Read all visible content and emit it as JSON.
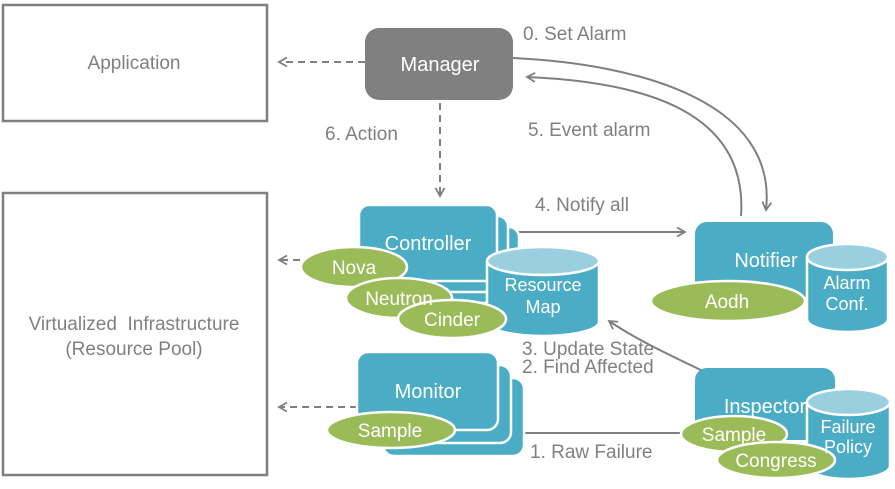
{
  "title": "Fault management architecture diagram",
  "colors": {
    "node_blue": "#4BACC6",
    "cylinder_top": "#99CFDE",
    "component_green": "#9BBB59",
    "manager_gray": "#808080",
    "line_gray": "#7F7F7F",
    "label_gray": "#808080",
    "label_white": "#FFFFFF"
  },
  "nodes": {
    "application": {
      "label": "Application"
    },
    "virtualized_infrastructure": {
      "line1": "Virtualized  Infrastructure",
      "line2": "(Resource Pool)"
    },
    "manager": {
      "label": "Manager"
    },
    "controller": {
      "label": "Controller"
    },
    "monitor": {
      "label": "Monitor"
    },
    "notifier": {
      "label": "Notifier"
    },
    "inspector": {
      "label": "Inspector"
    }
  },
  "datastores": {
    "resource_map": {
      "line1": "Resource",
      "line2": "Map"
    },
    "alarm_conf": {
      "line1": "Alarm",
      "line2": "Conf."
    },
    "failure_policy": {
      "line1": "Failure",
      "line2": "Policy"
    }
  },
  "components": {
    "nova": "Nova",
    "neutron": "Neutron",
    "cinder": "Cinder",
    "monitor_sample": "Sample",
    "aodh": "Aodh",
    "inspector_sample": "Sample",
    "congress": "Congress"
  },
  "flows": {
    "set_alarm": "0. Set Alarm",
    "raw_failure": "1. Raw Failure",
    "find_affected": "2. Find Affected",
    "update_state": "3. Update State",
    "notify_all": "4. Notify all",
    "event_alarm": "5. Event alarm",
    "action": "6. Action"
  }
}
